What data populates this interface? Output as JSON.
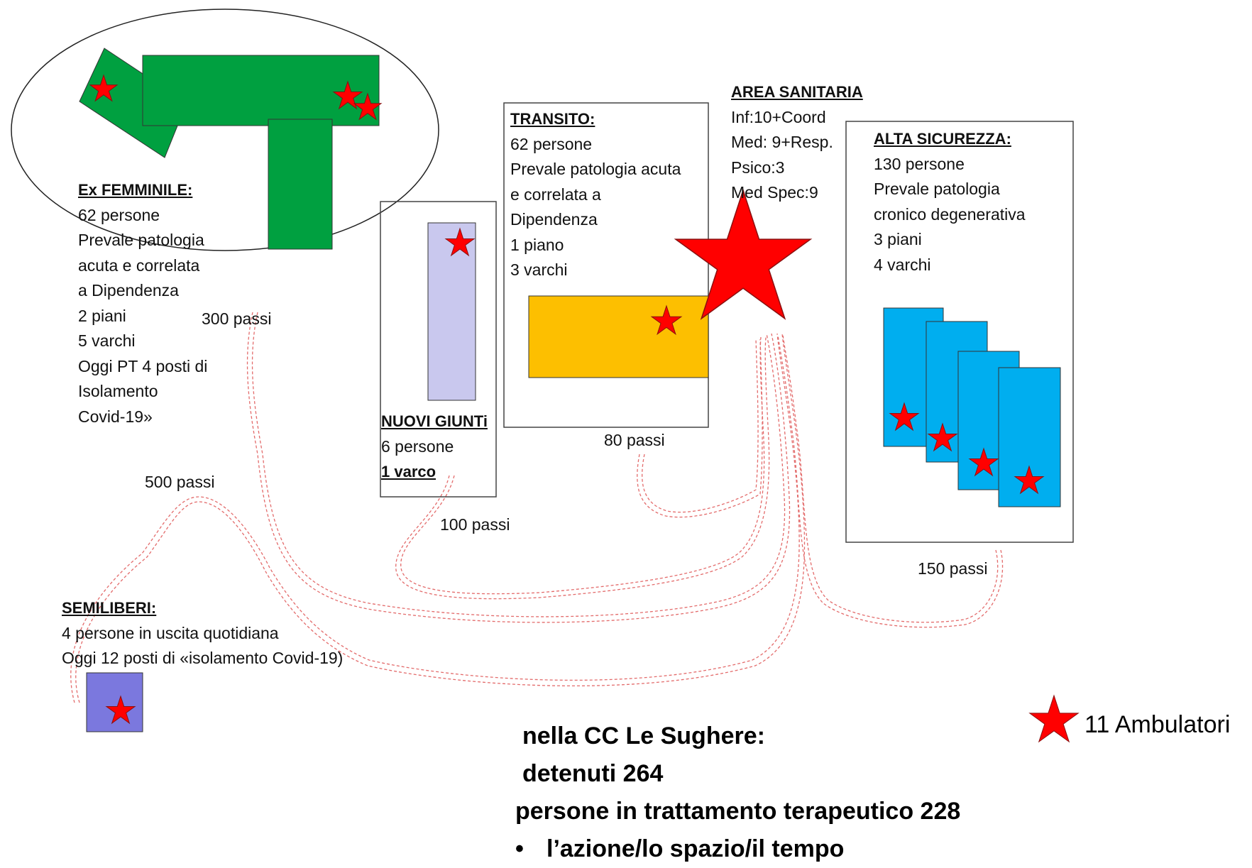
{
  "colors": {
    "green": "#00a040",
    "lavender": "#c9c8ee",
    "orange": "#fdbf00",
    "cyan": "#00aeef",
    "purple": "#7b78de",
    "star": "#ff0000",
    "path": "#e36b6b"
  },
  "icons": {
    "ambulatory": "red-star-icon"
  },
  "ex_femminile": {
    "title": "Ex FEMMINILE:",
    "lines": [
      "62 persone",
      "Prevale patologia",
      "acuta e correlata",
      "a Dipendenza",
      "2 piani",
      "5 varchi",
      "Oggi PT 4 posti di",
      "Isolamento",
      "Covid-19»"
    ]
  },
  "nuovi_giunti": {
    "title": "NUOVI GIUNTi",
    "lines": [
      "6 persone"
    ],
    "varco": "1 varco"
  },
  "transito": {
    "title": "TRANSITO:",
    "lines": [
      "62 persone",
      "Prevale patologia acuta",
      "e correlata a",
      "Dipendenza",
      "1 piano",
      "3 varchi"
    ]
  },
  "area_sanitaria": {
    "title": "AREA SANITARIA",
    "lines": [
      "Inf:10+Coord",
      "Med: 9+Resp.",
      "Psico:3",
      "Med Spec:9"
    ]
  },
  "alta_sicurezza": {
    "title": "ALTA SICUREZZA:",
    "lines": [
      "130 persone",
      "Prevale patologia",
      "cronico degenerativa",
      "3 piani",
      "4 varchi"
    ]
  },
  "semiliberi": {
    "title": "SEMILIBERI:",
    "lines": [
      "4 persone in uscita quotidiana",
      "Oggi 12 posti di «isolamento Covid-19)"
    ]
  },
  "distances": {
    "d300": "300 passi",
    "d500": "500 passi",
    "d100": "100 passi",
    "d80": "80 passi",
    "d150": "150 passi"
  },
  "legend": {
    "label": "11 Ambulatori"
  },
  "summary": {
    "line1": "nella CC Le Sughere:",
    "line2": "detenuti 264",
    "line3": "persone in trattamento terapeutico  228",
    "bullet": "•",
    "line4": "l’azione/lo spazio/il tempo"
  }
}
